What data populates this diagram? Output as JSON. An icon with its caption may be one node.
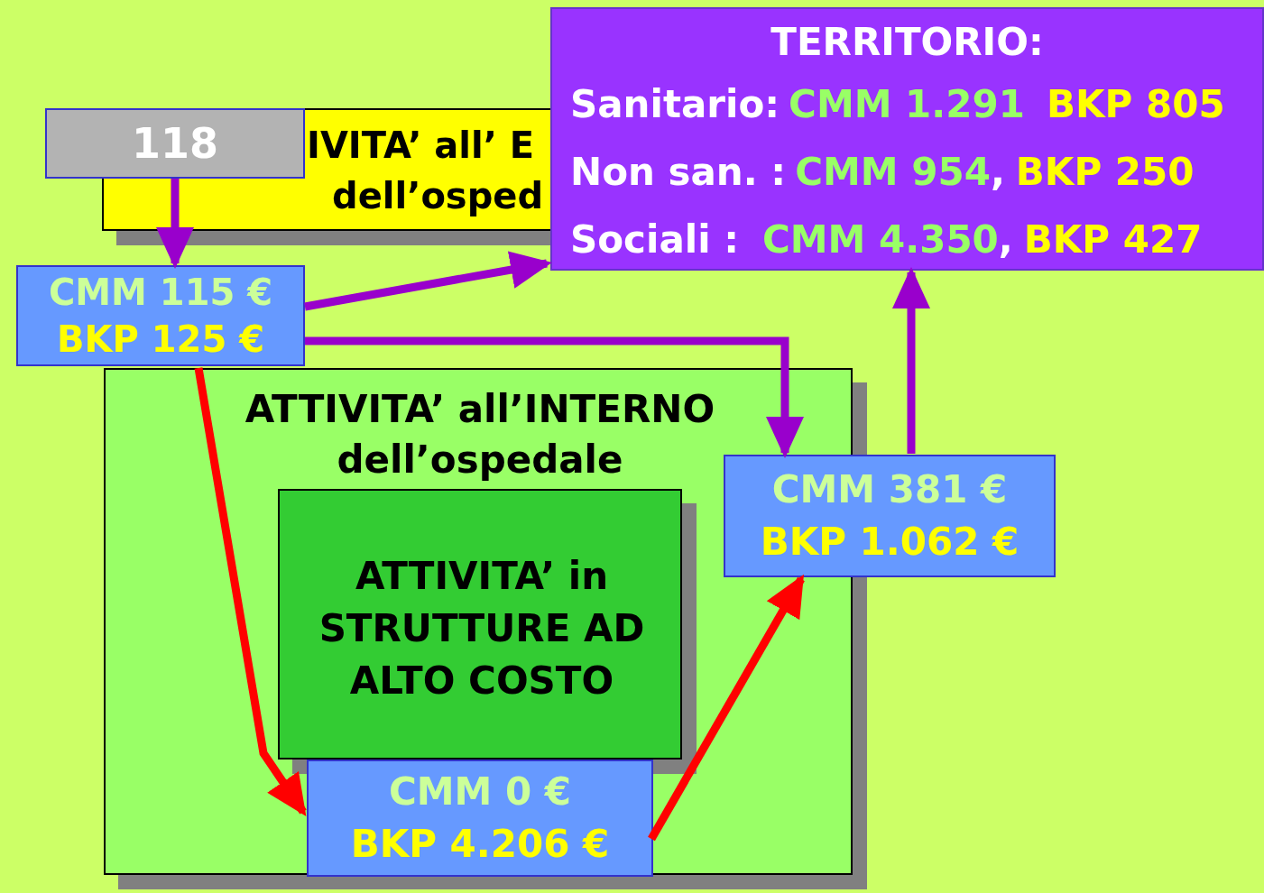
{
  "diagram": {
    "nodes": [
      {
        "text": [
          "IVITA’ all’ E",
          "dell’osped"
        ]
      },
      {
        "text": [
          "118"
        ]
      },
      {
        "text": [
          "CMM 115 €",
          "BKP 125 €"
        ]
      },
      {
        "text": [
          "TERRITORIO:",
          "Sanitario:",
          "CMM 1.291",
          "BKP 805",
          "Non san. :",
          "CMM 954",
          ",",
          "BKP 250",
          "Sociali :",
          "CMM 4.350",
          ",",
          "BKP 427"
        ]
      },
      {
        "text": [
          "ATTIVITA’ all’INTERNO dell’ospedale"
        ]
      },
      {
        "text": [
          "ATTIVITA’ in STRUTTURE AD ALTO COSTO"
        ],
        "in": 4
      },
      {
        "text": [
          "CMM 0 €",
          "BKP 4.206 €"
        ],
        "in": 4
      },
      {
        "text": [
          "CMM 381 €",
          "BKP 1.062 €"
        ]
      }
    ],
    "edges": [
      {
        "from": 1,
        "to": 2,
        "arrow": "to"
      },
      {
        "from": 2,
        "to": 3,
        "arrow": "to"
      },
      {
        "from": 2,
        "to": 7,
        "arrow": "to"
      },
      {
        "from": 2,
        "to": 6,
        "arrow": "to",
        "color": "#ff0000"
      },
      {
        "from": 6,
        "to": 7,
        "arrow": "to",
        "color": "#ff0000"
      },
      {
        "from": 7,
        "to": 3,
        "arrow": "to"
      }
    ]
  }
}
